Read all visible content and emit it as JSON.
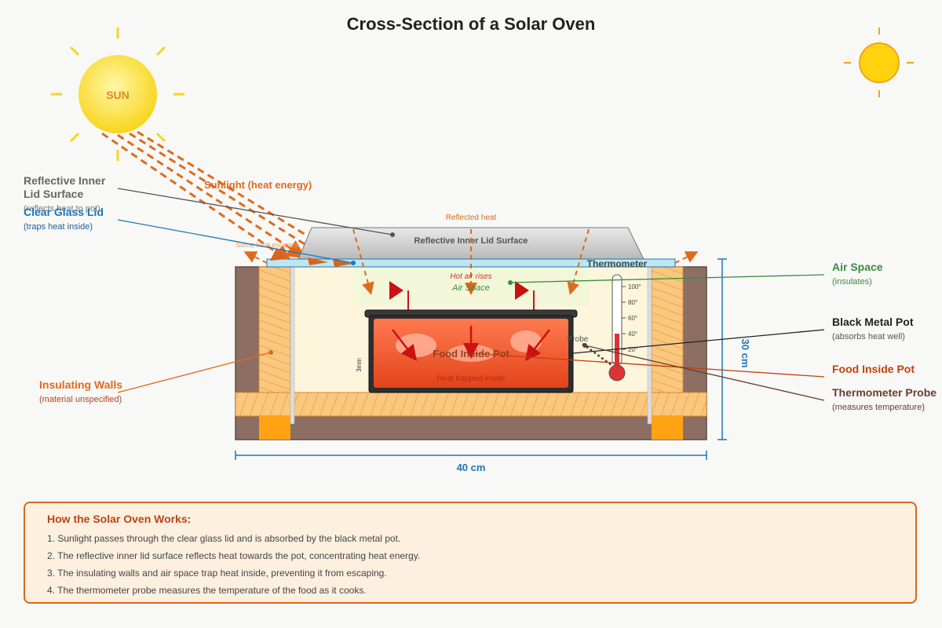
{
  "title": "Cross-Section of a Solar Oven",
  "sun": {
    "label": "SUN"
  },
  "labels": {
    "sunlight": "Sunlight (heat energy)",
    "reflective_lid": {
      "title_line1": "Reflective Inner",
      "title_line2": "Lid Surface",
      "subtitle": "(reflects heat to pot)"
    },
    "glass_lid": {
      "title": "Clear Glass Lid",
      "subtitle": "(traps heat inside)"
    },
    "insulating_walls": {
      "title": "Insulating Walls",
      "subtitle": "(material unspecified)"
    },
    "air_space": {
      "title": "Air Space",
      "subtitle": "(insulates)"
    },
    "black_pot": {
      "title": "Black Metal Pot",
      "subtitle": "(absorbs heat well)"
    },
    "food": {
      "title": "Food Inside Pot"
    },
    "probe": {
      "title": "Thermometer Probe",
      "subtitle": "(measures temperature)"
    }
  },
  "inner": {
    "reflected_heat": "Reflected heat",
    "lid_surface": "Reflective Inner Lid Surface",
    "thermometer": "Thermometer",
    "some_heat_escapes": "Some heat escapes",
    "hot_air_rises": "Hot air rises",
    "air_space": "Air Space",
    "food_inside_pot": "Food Inside Pot",
    "heat_trapped": "Heat trapped inside",
    "probe": "Probe",
    "thickness": "3mm",
    "thermo_scale": [
      "100°",
      "80°",
      "60°",
      "40°",
      "20°"
    ]
  },
  "dimensions": {
    "width": "40 cm",
    "height": "30 cm"
  },
  "how": {
    "title": "How the Solar Oven Works:",
    "steps": [
      "1. Sunlight passes through the clear glass lid and is absorbed by the black metal pot.",
      "2. The reflective inner lid surface reflects heat towards the pot, concentrating heat energy.",
      "3. The insulating walls and air space trap heat inside, preventing it from escaping.",
      "4. The thermometer probe measures the temperature of the food as it cooks."
    ]
  },
  "colors": {
    "orange": "#e06a1b",
    "wall_brown": "#8c6e62",
    "insulation": "#f9c77e",
    "glass": "#bde6f2",
    "pot": "#2e2e2e",
    "food": "#ef5a2c",
    "air_green": "#3d8b3d",
    "glass_blue": "#1f77b4",
    "red_label": "#c2410c"
  }
}
